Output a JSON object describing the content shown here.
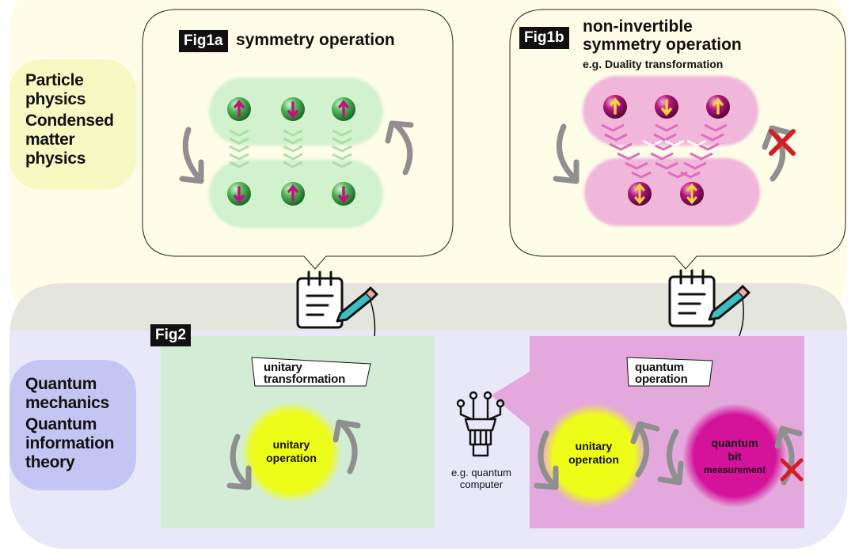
{
  "regions": {
    "physics_label": [
      "Particle",
      "physics",
      "Condensed",
      "matter",
      "physics"
    ],
    "quantum_label": [
      "Quantum",
      "mechanics",
      "Quantum",
      "information",
      "theory"
    ]
  },
  "fig1a": {
    "tag": "Fig1a",
    "title": "symmetry operation"
  },
  "fig1b": {
    "tag": "Fig1b",
    "title": [
      "non-invertible",
      "symmetry operation"
    ],
    "example": "e.g. Duality transformation"
  },
  "fig2": {
    "tag": "Fig2",
    "left_note": [
      "unitary",
      "transformation"
    ],
    "right_note": [
      "quantum",
      "operation"
    ],
    "left_circle": [
      "unitary",
      "operation"
    ],
    "right_unitary": [
      "unitary",
      "operation"
    ],
    "measurement": [
      "quantum",
      "bit",
      "measurement"
    ],
    "computer_label": [
      "e.g. quantum",
      "computer"
    ]
  },
  "colors": {
    "physics_bg": "#fdfde8",
    "quantum_bg": "#e8e8f8",
    "physics_label_bg": "#f6f9c2",
    "quantum_label_bg": "#c3c6f3",
    "fig2_left_bg": "#d3ecd5",
    "fig2_right_bg": "#e4a9dc",
    "spin_green": "#56b95c",
    "spin_magenta": "#b4167a",
    "arrow_magenta": "#c0188c",
    "arrow_yellow": "#f3d23a",
    "yellow_circle": "#ecff12",
    "measure_circle": "#d4119a",
    "cross_red": "#d21f26"
  },
  "icons": [
    "notepad-pencil-icon",
    "quantum-computer-icon",
    "circular-arrow-icon",
    "cross-mark-icon"
  ]
}
